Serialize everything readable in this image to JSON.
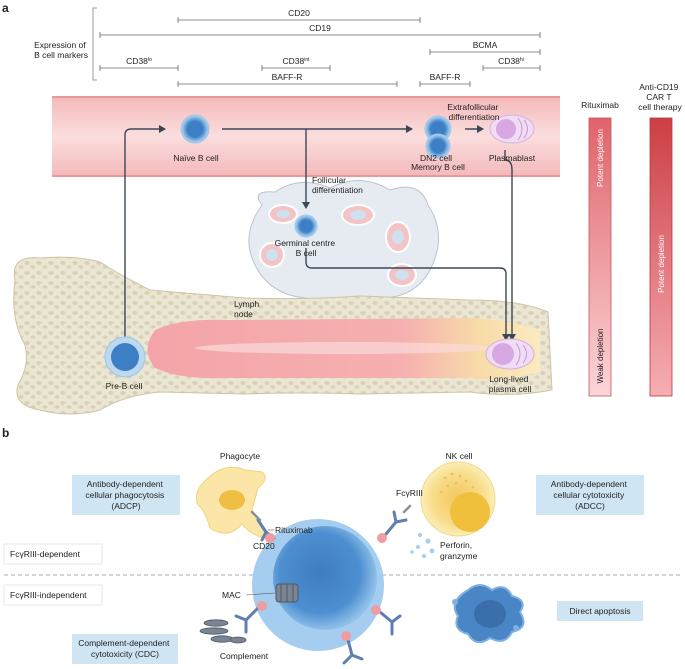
{
  "panel_a": {
    "label": "a",
    "markers_title": [
      "Expression of",
      "B cell markers"
    ],
    "markers": {
      "cd20": "CD20",
      "cd19": "CD19",
      "bcma": "BCMA",
      "cd38lo": "CD38",
      "cd38lo_sup": "lo",
      "cd38int": "CD38",
      "cd38int_sup": "int",
      "cd38hi": "CD38",
      "cd38hi_sup": "hi",
      "baffr_1": "BAFF-R",
      "baffr_2": "BAFF-R"
    },
    "cells": {
      "naive": "Naïve B cell",
      "dn2": "DN2 cell",
      "memory": "Memory B cell",
      "plasmablast": "Plasmablast",
      "germinal": [
        "Germinal centre",
        "B cell"
      ],
      "preb": "Pre-B cell",
      "llpc": [
        "Long-lived",
        "plasma cell"
      ]
    },
    "labels": {
      "extrafollicular": [
        "Extrafollicular",
        "differentiation"
      ],
      "follicular": [
        "Follicular",
        "differentiation"
      ],
      "lymph_node": [
        "Lymph",
        "node"
      ]
    },
    "therapies": {
      "rituximab": "Rituximab",
      "car_t": [
        "Anti-CD19",
        "CAR T",
        "cell therapy"
      ],
      "potent_1": "Potent depletion",
      "weak": "Weak depletion",
      "potent_2": "Potent depletion"
    }
  },
  "panel_b": {
    "label": "b",
    "adcp": [
      "Antibody-dependent",
      "cellular phagocytosis",
      "(ADCP)"
    ],
    "adcc": [
      "Antibody-dependent",
      "cellular cytotoxicity",
      "(ADCC)"
    ],
    "cdc": [
      "Complement-dependent",
      "cytotoxicity (CDC)"
    ],
    "direct_apoptosis": "Direct apoptosis",
    "fcr_dependent": "FcγRIII-dependent",
    "fcr_independent": "FcγRIII-independent",
    "phagocyte": "Phagocyte",
    "nk_cell": "NK cell",
    "fcgriii": "FcγRIII",
    "rituximab": "Rituximab",
    "cd20": "CD20",
    "perforin": [
      "Perforin,",
      "granzyme"
    ],
    "mac": "MAC",
    "complement": "Complement"
  },
  "colors": {
    "blood_vessel": "#f7cccd",
    "cell_blue": "#4a8fcf",
    "plasma_pink": "#d9a7e2",
    "box_blue": "#cfe5f3",
    "bone": "#ece7d6",
    "lymph": "#e5eaf0"
  }
}
